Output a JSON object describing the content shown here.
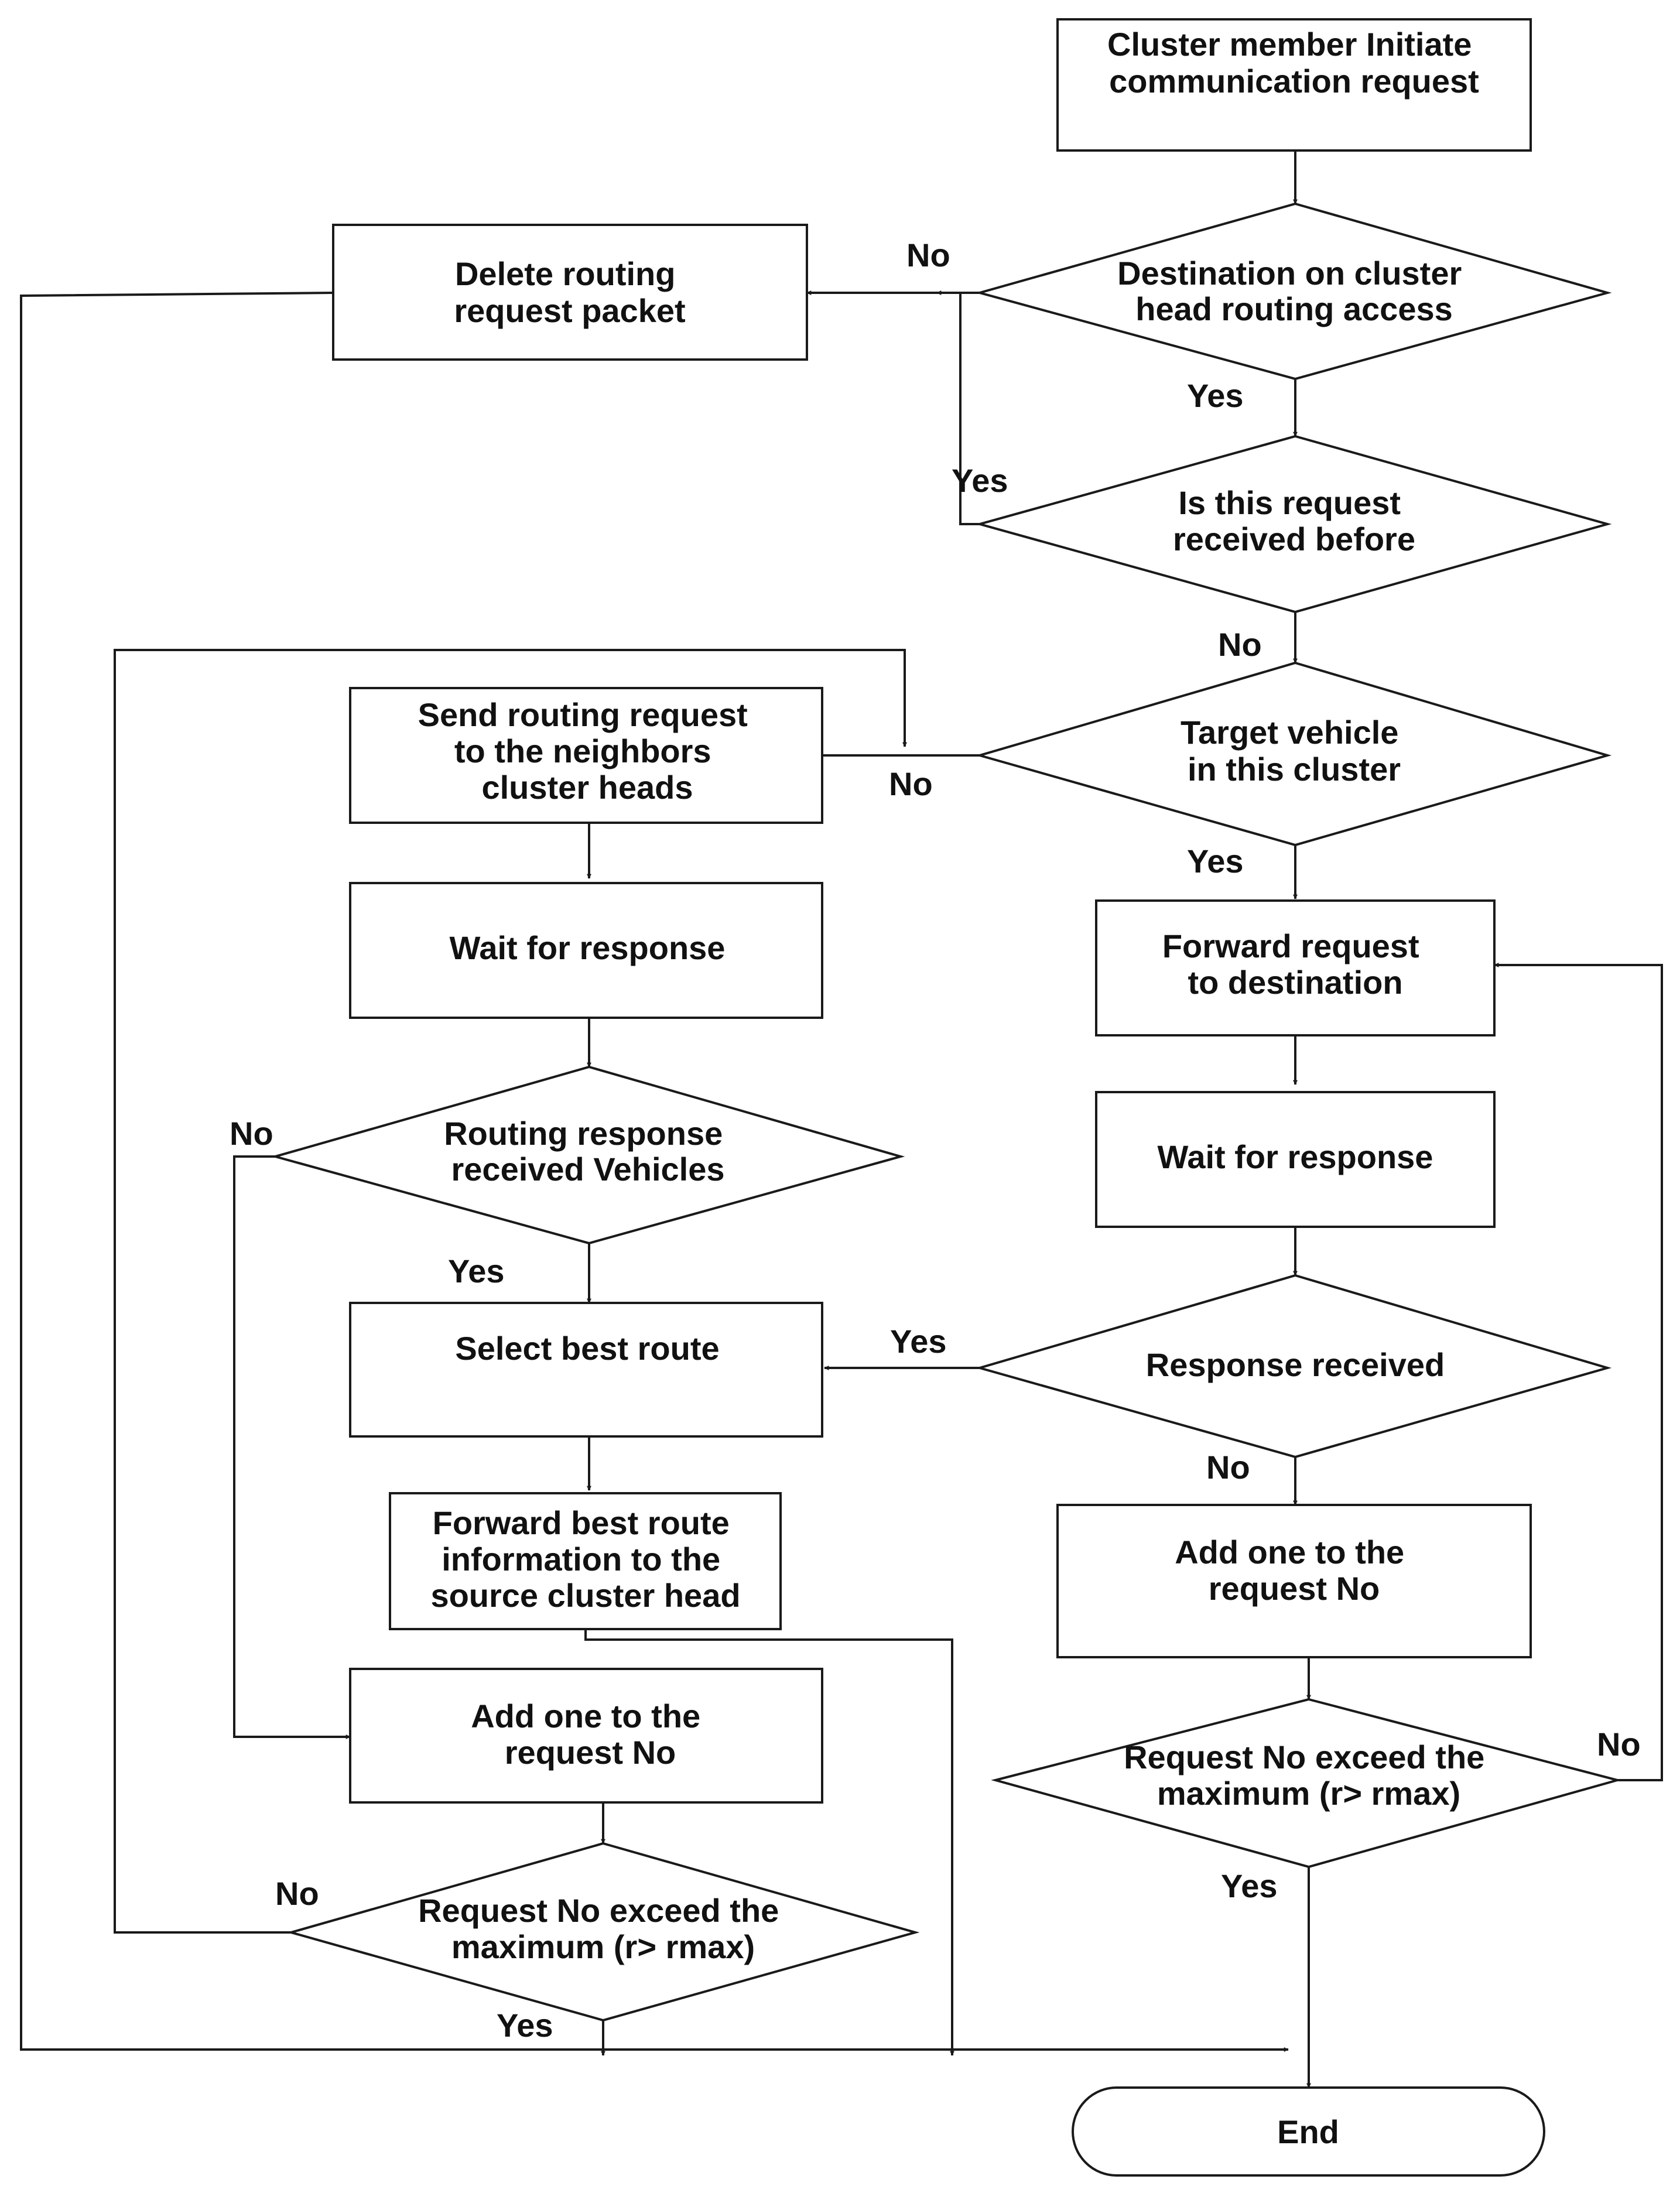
{
  "nodes": {
    "start": [
      "Cluster member Initiate",
      "communication request"
    ],
    "delete_packet": [
      "Delete routing",
      "request packet"
    ],
    "decision_destination": [
      "Destination on cluster",
      "head routing access"
    ],
    "decision_received_before": [
      "Is this request",
      "received before"
    ],
    "decision_target_vehicle": [
      "Target vehicle",
      "in this cluster"
    ],
    "send_request": [
      "Send routing request",
      "to the neighbors",
      "cluster heads"
    ],
    "wait_response_left": [
      "Wait for response"
    ],
    "decision_routing_response": [
      "Routing response",
      "received Vehicles"
    ],
    "select_best_route": [
      "Select best route"
    ],
    "forward_best_route": [
      "Forward best route",
      "information to the",
      "source cluster head"
    ],
    "add_one_left": [
      "Add one to the",
      "request No"
    ],
    "decision_exceed_left": [
      "Request No exceed the",
      "maximum (r> rmax)"
    ],
    "forward_request": [
      "Forward request",
      "to destination"
    ],
    "wait_response_right": [
      "Wait for response"
    ],
    "decision_response_received": [
      "Response received"
    ],
    "add_one_right": [
      "Add one to the",
      "request No"
    ],
    "decision_exceed_right": [
      "Request No exceed the",
      "maximum (r> rmax)"
    ],
    "end": [
      "End"
    ]
  },
  "edge_labels": {
    "destination_no": "No",
    "destination_yes": "Yes",
    "received_before_yes": "Yes",
    "received_before_no": "No",
    "target_no": "No",
    "target_yes": "Yes",
    "routing_response_no": "No",
    "routing_response_yes": "Yes",
    "response_received_yes": "Yes",
    "response_received_no": "No",
    "exceed_right_no": "No",
    "exceed_right_yes": "Yes",
    "exceed_left_no": "No",
    "exceed_left_yes": "Yes"
  }
}
